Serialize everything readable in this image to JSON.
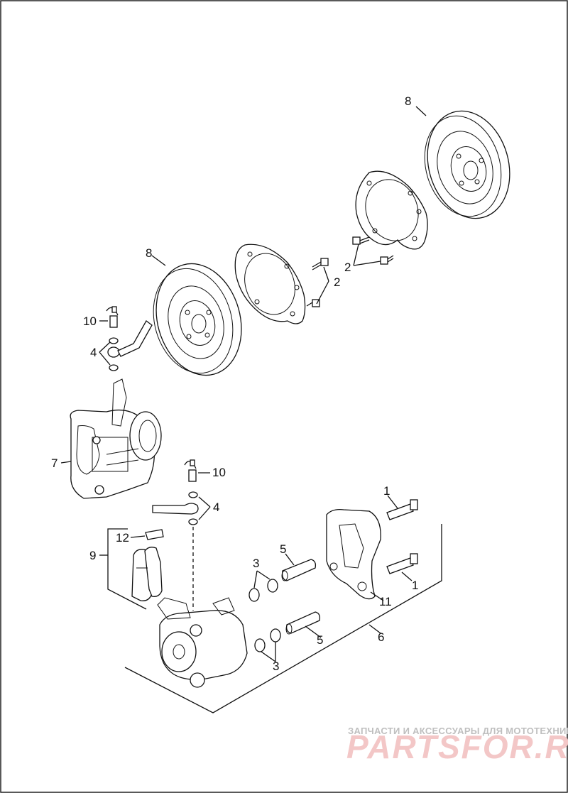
{
  "diagram": {
    "callouts": {
      "c1a": "1",
      "c1b": "1",
      "c2a": "2",
      "c2b": "2",
      "c3a": "3",
      "c3b": "3",
      "c4a": "4",
      "c4b": "4",
      "c5a": "5",
      "c5b": "5",
      "c6": "6",
      "c7": "7",
      "c8a": "8",
      "c8b": "8",
      "c9": "9",
      "c10a": "10",
      "c10b": "10",
      "c11": "11",
      "c12": "12"
    }
  },
  "watermark": {
    "tagline": "ЗАПЧАСТИ И АКСЕССУАРЫ ДЛЯ МОТОТЕХНИКИ",
    "logo": "PARTSFOR.RU"
  }
}
